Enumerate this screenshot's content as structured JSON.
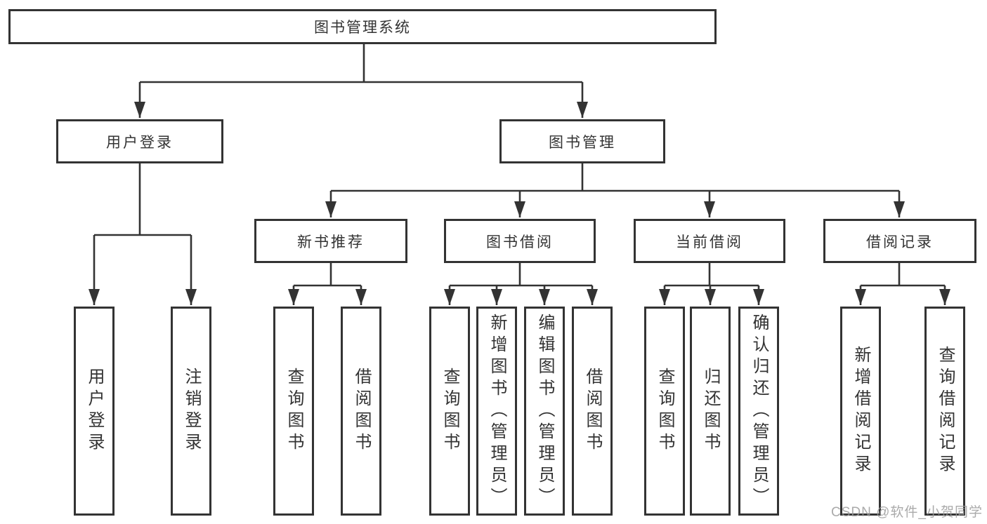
{
  "diagram": {
    "title": "图书管理系统",
    "branches": [
      {
        "label": "用户登录",
        "children": [
          {
            "label": "用户登录"
          },
          {
            "label": "注销登录"
          }
        ]
      },
      {
        "label": "图书管理",
        "children": [
          {
            "label": "新书推荐",
            "children": [
              {
                "label": "查询图书"
              },
              {
                "label": "借阅图书"
              }
            ]
          },
          {
            "label": "图书借阅",
            "children": [
              {
                "label": "查询图书"
              },
              {
                "label": "新增图书（管理员）"
              },
              {
                "label": "编辑图书（管理员）"
              },
              {
                "label": "借阅图书"
              }
            ]
          },
          {
            "label": "当前借阅",
            "children": [
              {
                "label": "查询图书"
              },
              {
                "label": "归还图书"
              },
              {
                "label": "确认归还（管理员）"
              }
            ]
          },
          {
            "label": "借阅记录",
            "children": [
              {
                "label": "新增借阅记录"
              },
              {
                "label": "查询借阅记录"
              }
            ]
          }
        ]
      }
    ]
  },
  "watermark": "CSDN @软件_小贺同学",
  "colors": {
    "line": "#333333",
    "text": "#333333",
    "box_background": "#ffffff",
    "page_background": "#ffffff",
    "watermark": "#9c9c9c"
  }
}
